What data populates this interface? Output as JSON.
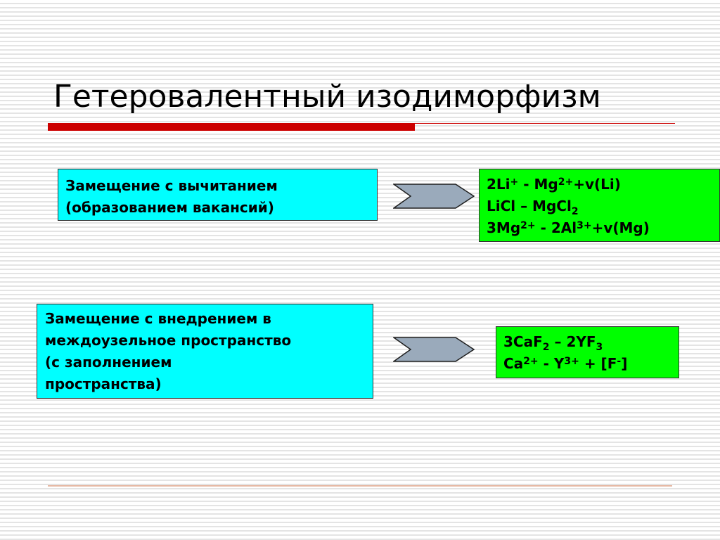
{
  "slide": {
    "title": "Гетеровалентный изодиморфизм"
  },
  "colors": {
    "title_bar": "#cc0000",
    "box_left": "#00ffff",
    "box_right": "#00ff00",
    "arrow_fill": "#9aaabb",
    "footer_rule": "#e6b9a4"
  },
  "rows": [
    {
      "left_box": {
        "lines": [
          "Замещение с вычитанием",
          "(образованием вакансий)"
        ]
      },
      "arrow_icon": "chevron-arrow-right-icon",
      "right_box": {
        "lines": [
          [
            {
              "t": "2Li"
            },
            {
              "t": "+",
              "v": "sup"
            },
            {
              "t": " - Mg"
            },
            {
              "t": "2+",
              "v": "sup"
            },
            {
              "t": "+v(Li)"
            }
          ],
          [
            {
              "t": "LiCl – MgCl"
            },
            {
              "t": "2",
              "v": "sub"
            }
          ],
          [
            {
              "t": "3Mg"
            },
            {
              "t": "2+",
              "v": "sup"
            },
            {
              "t": " - 2Al"
            },
            {
              "t": "3+",
              "v": "sup"
            },
            {
              "t": "+v(Mg)"
            }
          ]
        ]
      }
    },
    {
      "left_box": {
        "lines": [
          "Замещение с внедрением в",
          "междоузельное пространство",
          "(с заполнением",
          "пространства)"
        ]
      },
      "arrow_icon": "chevron-arrow-right-icon",
      "right_box": {
        "lines": [
          [
            {
              "t": "3CaF"
            },
            {
              "t": "2",
              "v": "sub"
            },
            {
              "t": " – 2YF"
            },
            {
              "t": "3",
              "v": "sub"
            }
          ],
          [
            {
              "t": "Ca"
            },
            {
              "t": "2+",
              "v": "sup"
            },
            {
              "t": " - Y"
            },
            {
              "t": "3+",
              "v": "sup"
            },
            {
              "t": " + [F"
            },
            {
              "t": "-",
              "v": "sup"
            },
            {
              "t": "]"
            }
          ]
        ]
      }
    }
  ]
}
